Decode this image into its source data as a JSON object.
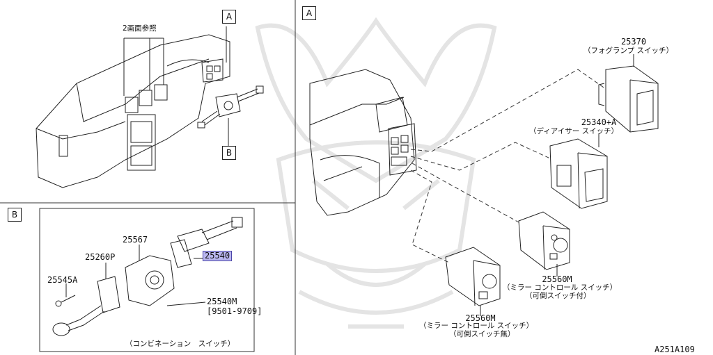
{
  "section_labels": {
    "top_left": "A",
    "right_panel": "A",
    "bottom_left_ref": "B",
    "bottom_panel": "B"
  },
  "overview": {
    "note": "2画面参照"
  },
  "combination_switch": {
    "parts": [
      {
        "id": "25567"
      },
      {
        "id": "25260P"
      },
      {
        "id": "25545A"
      },
      {
        "id": "25540"
      },
      {
        "id": "25540M"
      }
    ],
    "range": "[9501-9709]",
    "caption": "（コンビネーション　スイッチ）"
  },
  "switches": [
    {
      "part": "25370",
      "name": "（フォグランプ スイッチ）"
    },
    {
      "part": "25340+A",
      "name": "（ディアイサー スイッチ）"
    },
    {
      "part": "25560M",
      "name": "（ミラー コントロール スイッチ）",
      "note": "（可倒スイッチ付）"
    },
    {
      "part": "25560M",
      "name": "（ミラー コントロール スイッチ）",
      "note": "（可倒スイッチ無）"
    }
  ],
  "diagram_code": "A251A109",
  "colors": {
    "highlight": "#b9b6ee",
    "line": "#222222",
    "watermark": "#e6e6e6"
  }
}
